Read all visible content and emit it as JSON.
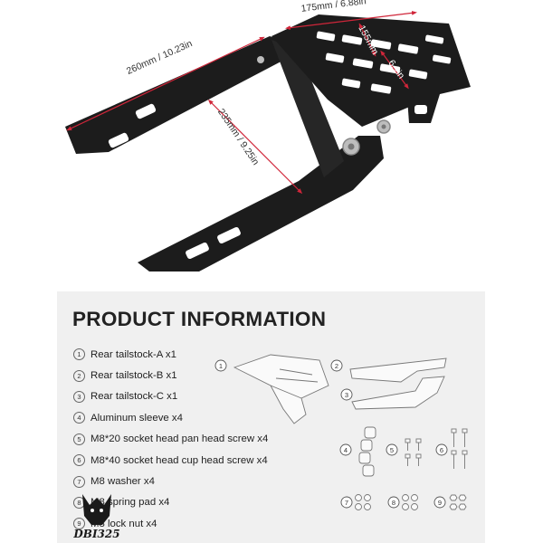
{
  "dimensions": {
    "length": "260mm / 10.23in",
    "width": "175mm / 6.88in",
    "height": "235mm / 9.25in",
    "inner_a": "155mm",
    "inner_b": "6.1in"
  },
  "panel": {
    "title": "PRODUCT INFORMATION",
    "items": [
      {
        "num": "1",
        "text": "Rear tailstock-A x1"
      },
      {
        "num": "2",
        "text": "Rear tailstock-B x1"
      },
      {
        "num": "3",
        "text": "Rear tailstock-C x1"
      },
      {
        "num": "4",
        "text": "Aluminum sleeve x4"
      },
      {
        "num": "5",
        "text": "M8*20 socket head pan head screw x4"
      },
      {
        "num": "6",
        "text": "M8*40 socket head cup head screw x4"
      },
      {
        "num": "7",
        "text": "M8 washer x4"
      },
      {
        "num": "8",
        "text": "M8 spring pad x4"
      },
      {
        "num": "9",
        "text": "M8 lock nut x4"
      }
    ],
    "diagram_labels": [
      "1",
      "2",
      "3",
      "4",
      "5",
      "6",
      "7",
      "8",
      "9"
    ]
  },
  "logo_text": "DBI325",
  "colors": {
    "dimension_red": "#d0263a",
    "rack_black": "#1c1c1c",
    "panel_bg": "#f0f0f0"
  }
}
